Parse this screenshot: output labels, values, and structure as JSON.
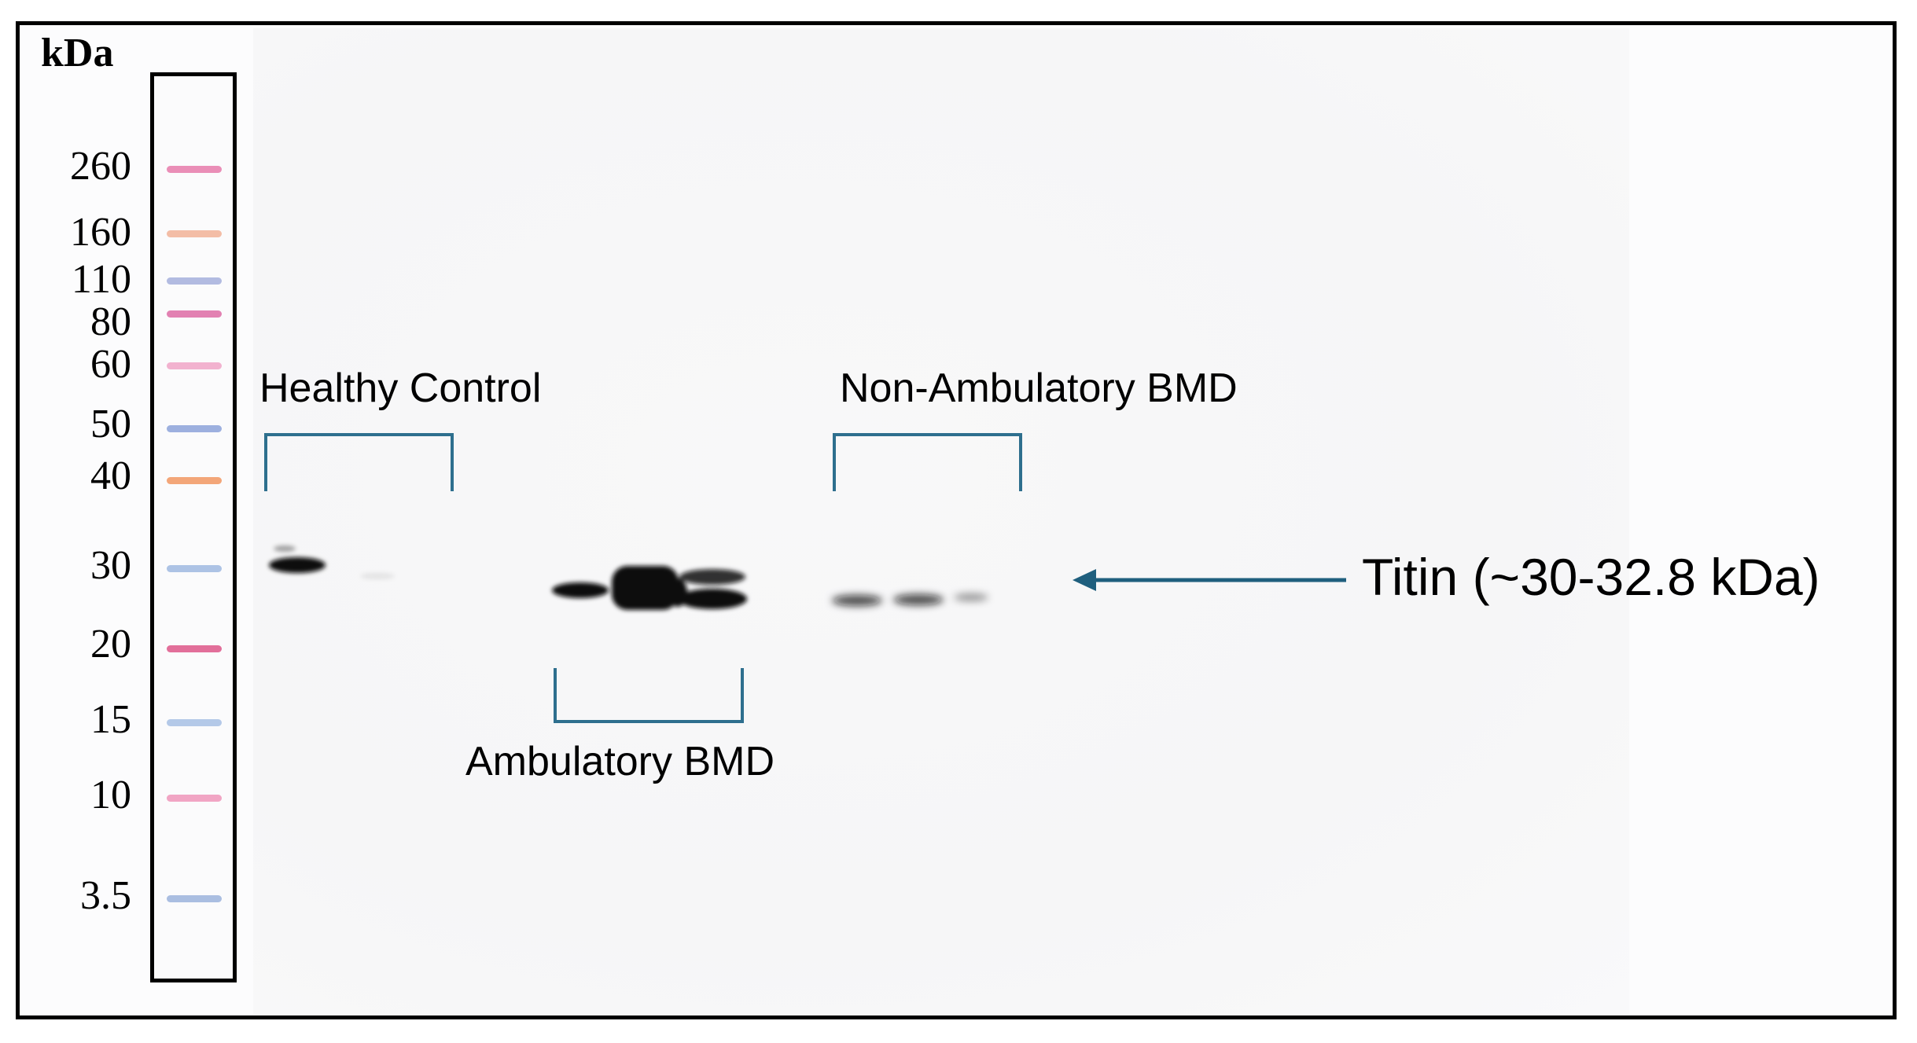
{
  "figure": {
    "unit_label": "kDa",
    "ladder": [
      {
        "label": "260",
        "color": "#e46aa0"
      },
      {
        "label": "160",
        "color": "#f0a88a"
      },
      {
        "label": "110",
        "color": "#9aa6d8"
      },
      {
        "label": "80",
        "color": "#d9589a"
      },
      {
        "label": "60",
        "color": "#ef9ac0"
      },
      {
        "label": "50",
        "color": "#7e97d6"
      },
      {
        "label": "40",
        "color": "#f08a4e"
      },
      {
        "label": "30",
        "color": "#93b0de"
      },
      {
        "label": "20",
        "color": "#d9407a"
      },
      {
        "label": "15",
        "color": "#9cb8e2"
      },
      {
        "label": "10",
        "color": "#ee88b2"
      },
      {
        "label": "3.5",
        "color": "#8fa9d8"
      }
    ],
    "groups": {
      "healthy": "Healthy Control",
      "ambulatory": "Ambulatory BMD",
      "non_ambulatory": "Non-Ambulatory BMD"
    },
    "annotation": "Titin (~30-32.8 kDa)",
    "colors": {
      "bracket": "#2e6f8e",
      "arrow": "#1f5f7e",
      "band": "#0a0a0a"
    }
  }
}
